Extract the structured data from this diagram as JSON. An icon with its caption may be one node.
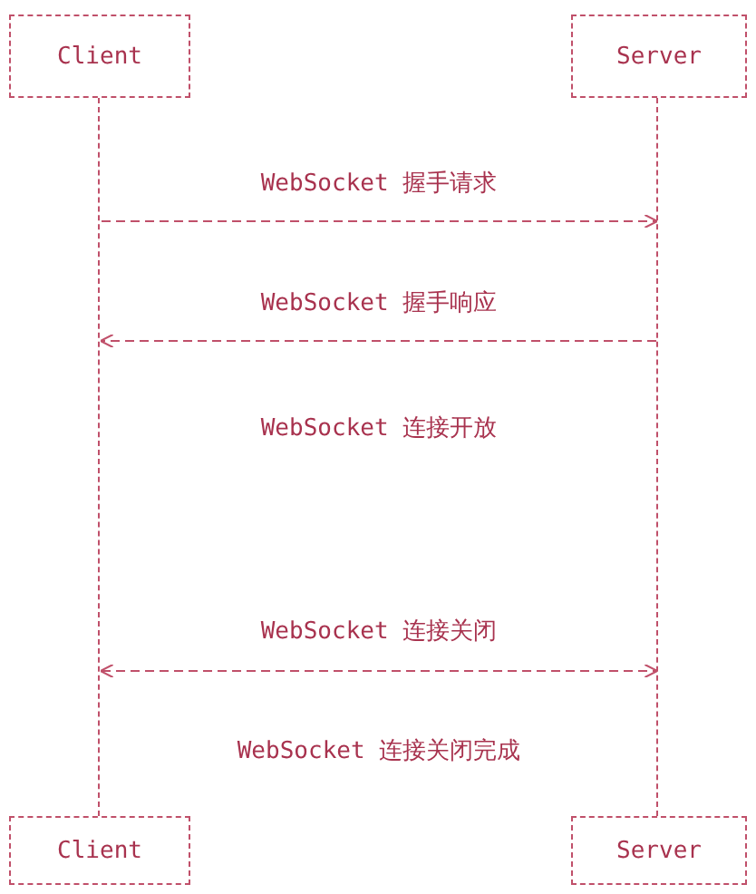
{
  "diagram": {
    "nodes": [
      {
        "text": [
          "Client"
        ]
      },
      {
        "text": [
          "Server"
        ]
      },
      {
        "text": [],
        "shape": "line"
      },
      {
        "text": [],
        "shape": "line"
      },
      {
        "text": [
          "Client"
        ]
      },
      {
        "text": [
          "Server"
        ]
      }
    ],
    "edges": [
      {
        "from": 2,
        "to": 3,
        "arrow": "to",
        "label": "WebSocket 握手请求",
        "style": "dashed"
      },
      {
        "from": 3,
        "to": 2,
        "arrow": "to",
        "label": "WebSocket 握手响应",
        "style": "dashed"
      },
      {
        "from": 2,
        "to": 3,
        "arrow": "both",
        "label": "WebSocket 连接关闭",
        "style": "dashed"
      }
    ],
    "labels": [
      "WebSocket 连接开放",
      "WebSocket 连接关闭完成"
    ]
  }
}
